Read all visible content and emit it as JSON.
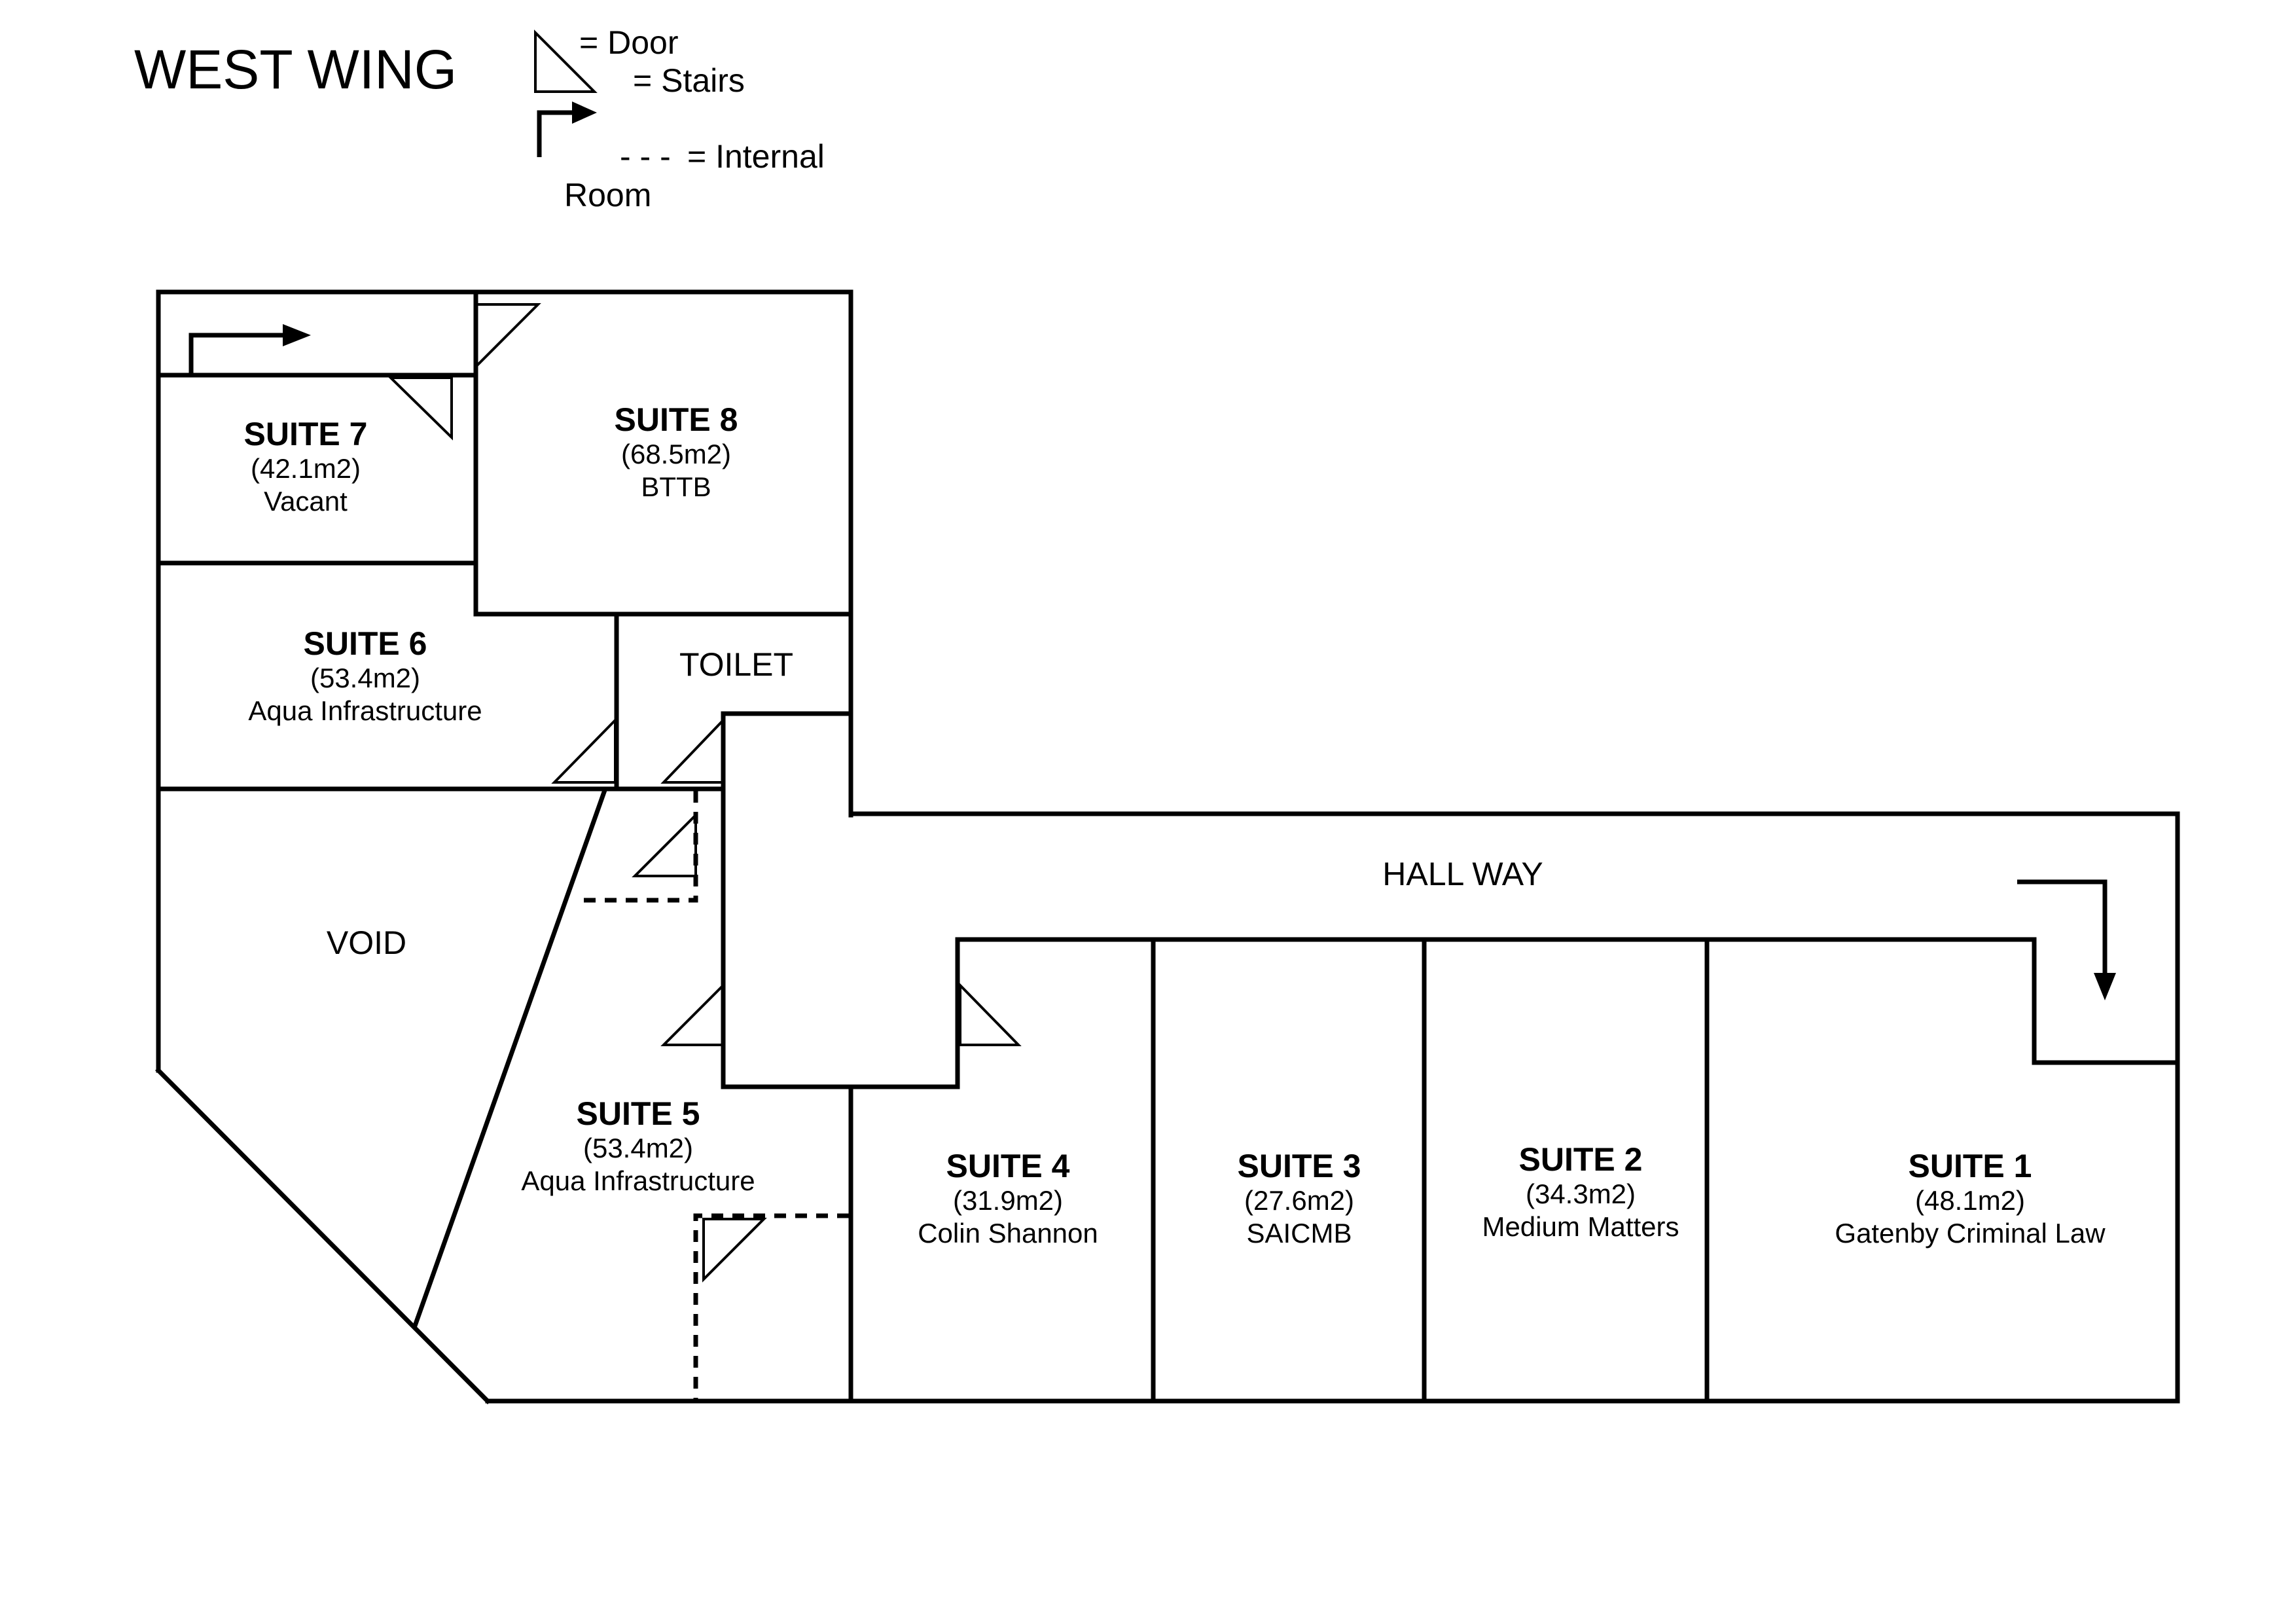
{
  "title": "WEST WING",
  "legend": {
    "door": "= Door",
    "stairs": "= Stairs",
    "internal_dash": "- - -",
    "internal": "= Internal",
    "room": "Room",
    "door_icon": "door-triangle-icon",
    "stairs_icon": "stairs-arrow-icon"
  },
  "areas": {
    "toilet": "TOILET",
    "void": "VOID",
    "hallway": "HALL WAY"
  },
  "suites": [
    {
      "name": "SUITE 1",
      "area": "(48.1m2)",
      "tenant": "Gatenby Criminal Law"
    },
    {
      "name": "SUITE 2",
      "area": "(34.3m2)",
      "tenant": "Medium Matters"
    },
    {
      "name": "SUITE 3",
      "area": "(27.6m2)",
      "tenant": "SAICMB"
    },
    {
      "name": "SUITE 4",
      "area": "(31.9m2)",
      "tenant": "Colin Shannon"
    },
    {
      "name": "SUITE 5",
      "area": "(53.4m2)",
      "tenant": "Aqua Infrastructure"
    },
    {
      "name": "SUITE 6",
      "area": "(53.4m2)",
      "tenant": "Aqua Infrastructure"
    },
    {
      "name": "SUITE 7",
      "area": "(42.1m2)",
      "tenant": "Vacant"
    },
    {
      "name": "SUITE 8",
      "area": "(68.5m2)",
      "tenant": "BTTB"
    }
  ]
}
